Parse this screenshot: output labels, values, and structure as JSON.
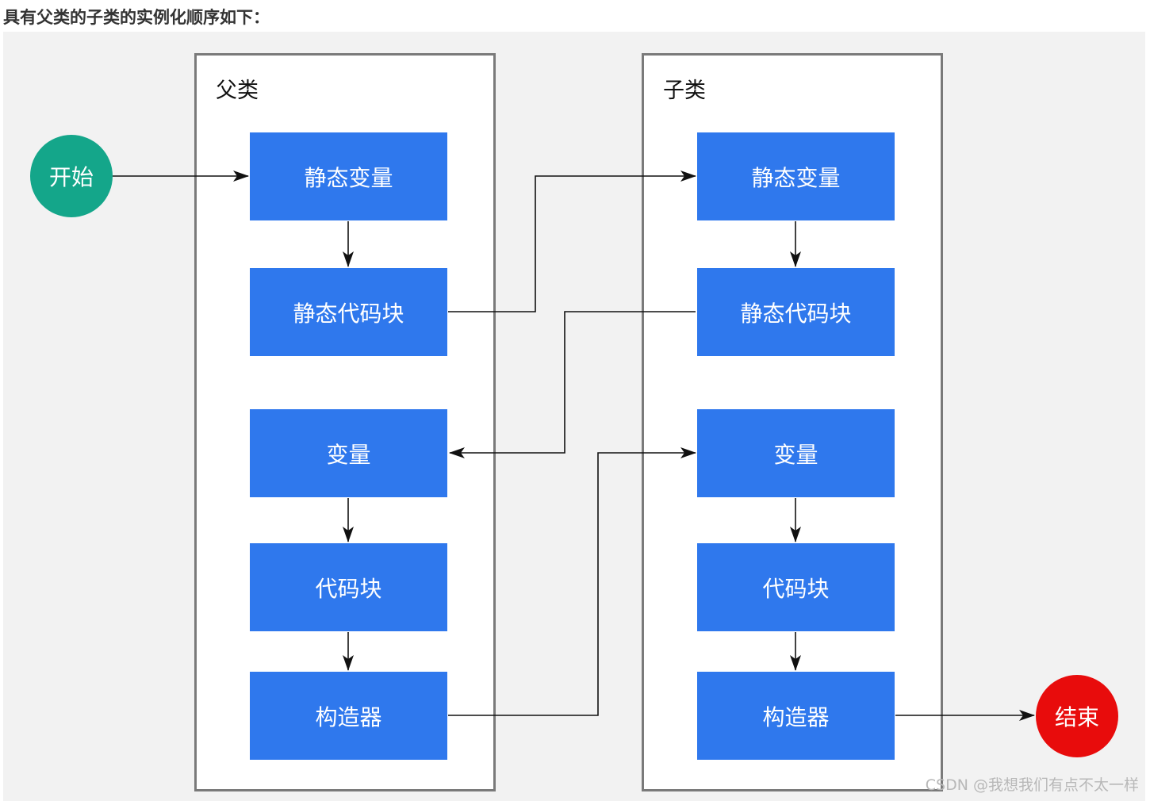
{
  "heading": "具有父类的子类的实例化顺序如下：",
  "parent": {
    "label": "父类",
    "steps": [
      "静态变量",
      "静态代码块",
      "变量",
      "代码块",
      "构造器"
    ]
  },
  "child": {
    "label": "子类",
    "steps": [
      "静态变量",
      "静态代码块",
      "变量",
      "代码块",
      "构造器"
    ]
  },
  "start": "开始",
  "end": "结束",
  "watermark": "CSDN @我想我们有点不太一样",
  "colors": {
    "step_fill": "#2f78ed",
    "start_fill": "#14a68a",
    "end_fill": "#e80c0c",
    "container_border": "#7a7a7a",
    "canvas_bg": "#f2f2f2"
  }
}
